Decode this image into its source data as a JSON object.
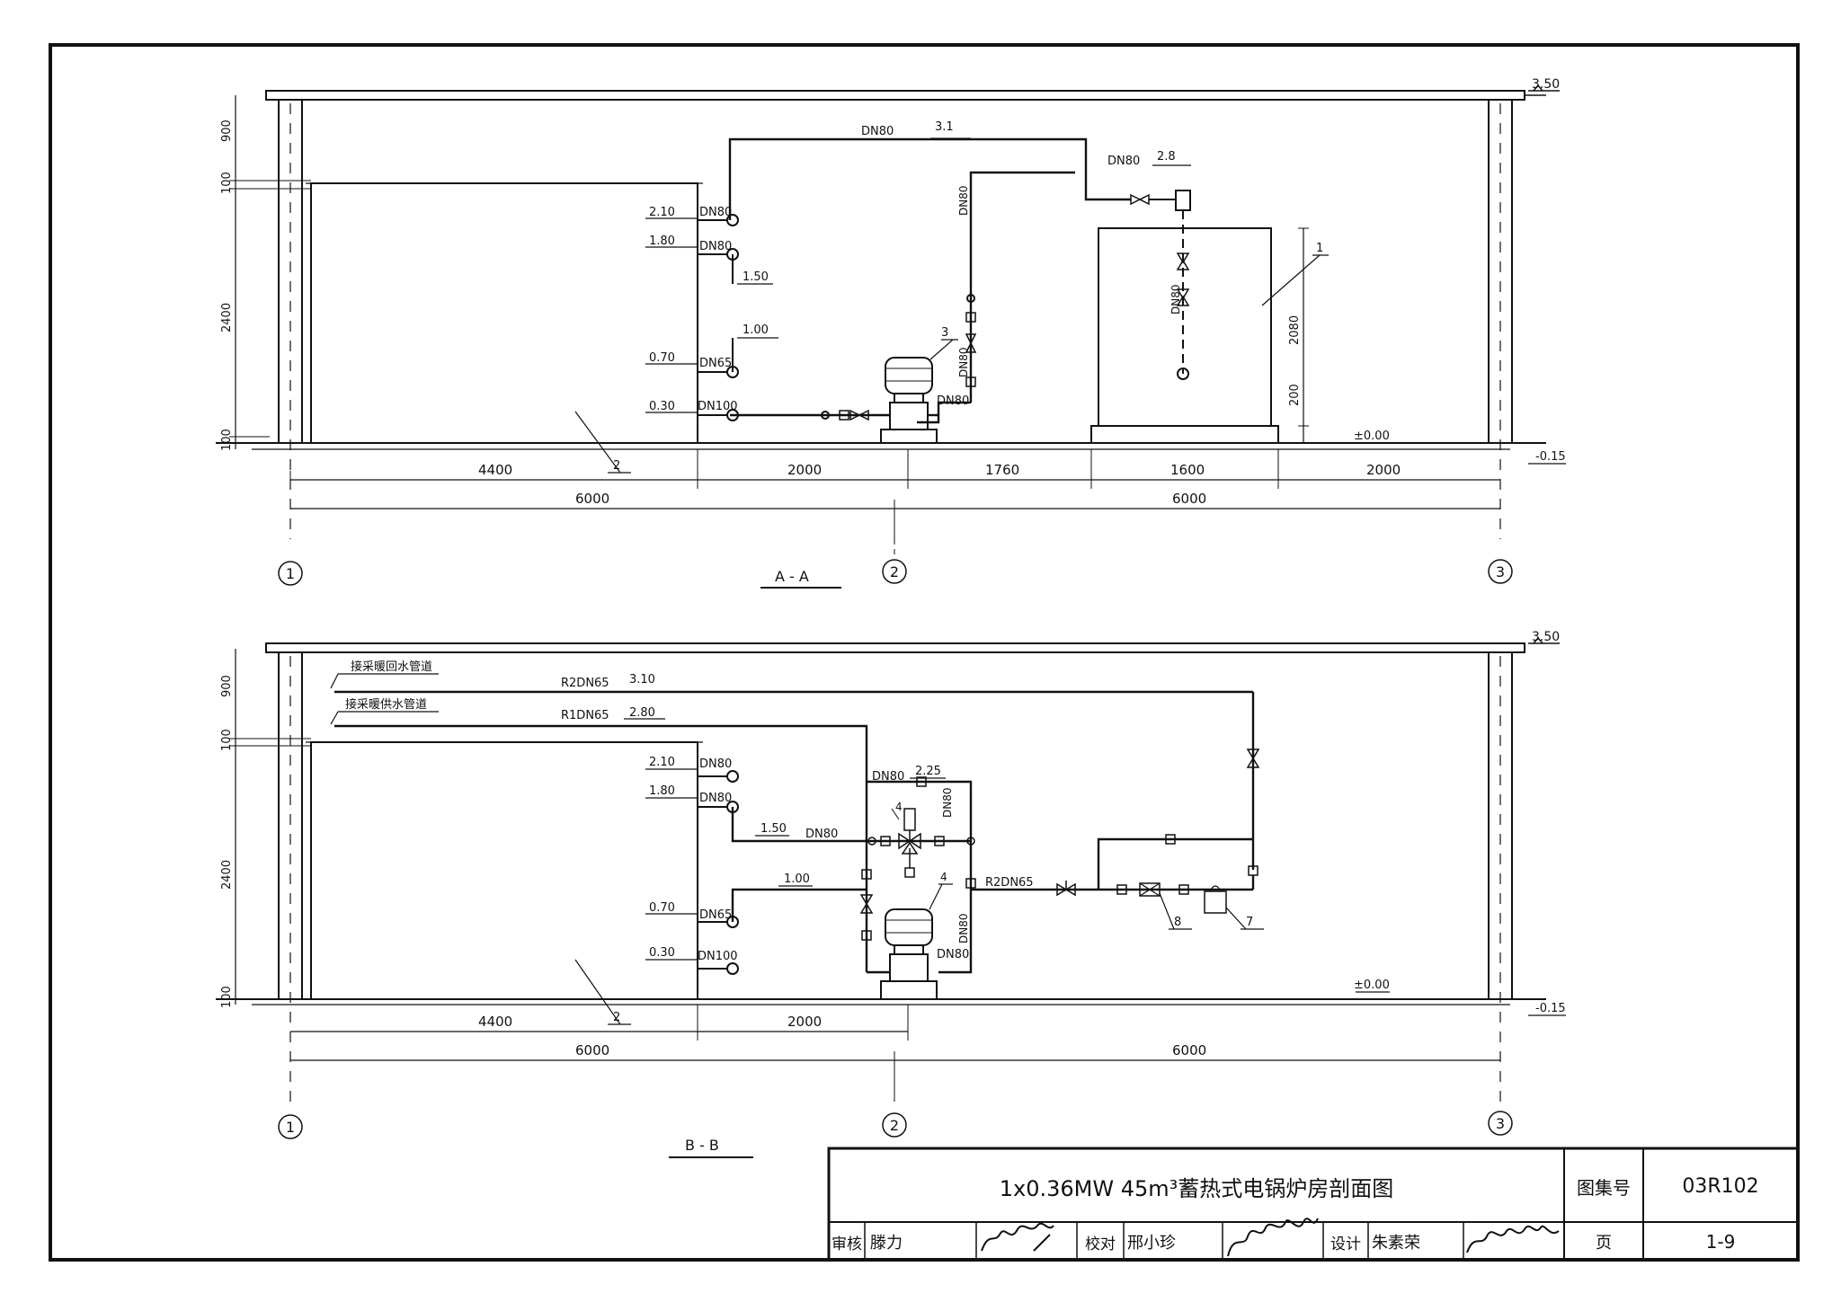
{
  "section_aa": {
    "caption": "A - A",
    "elev_roof": "3.50",
    "elev_floor": "±0.00",
    "elev_outside": "-0.15",
    "vdim": [
      "900",
      "100",
      "2400",
      "100"
    ],
    "tank_elevs": [
      "2.10",
      "1.80",
      "0.70",
      "0.30"
    ],
    "tank_pipes": [
      "DN80",
      "DN80",
      "DN65",
      "DN100"
    ],
    "extra_elevs": [
      "1.50",
      "1.00"
    ],
    "top_pipe_label": "DN80",
    "top_pipe_elev": "3.1",
    "boiler_pipe_label": "DN80",
    "boiler_pipe_elev": "2.8",
    "riser_label": "DN80",
    "pump_riser_label": "DN80",
    "pump_out_label": "DN80",
    "boiler_drop_label": "DN80",
    "boiler_dims": [
      "2080",
      "200"
    ],
    "markers": [
      "1",
      "2",
      "3"
    ],
    "hdim_row1": [
      "4400",
      "2000",
      "1760",
      "1600",
      "2000"
    ],
    "hdim_row2": [
      "6000",
      "6000"
    ],
    "axes": [
      "1",
      "2",
      "3"
    ]
  },
  "section_bb": {
    "caption": "B - B",
    "elev_roof": "3.50",
    "elev_floor": "±0.00",
    "elev_outside": "-0.15",
    "vdim": [
      "900",
      "100",
      "2400",
      "100"
    ],
    "return_note": "接采暖回水管道",
    "supply_note": "接采暖供水管道",
    "return_pipe": "R2DN65",
    "return_elev": "3.10",
    "supply_pipe": "R1DN65",
    "supply_elev": "2.80",
    "tank_elevs": [
      "2.10",
      "1.80",
      "0.70",
      "0.30"
    ],
    "tank_pipes": [
      "DN80",
      "DN80",
      "DN65",
      "DN100"
    ],
    "mid_elev_1": "1.50",
    "mid_pipe_1": "DN80",
    "mid_elev_2": "1.00",
    "bypass_label": "DN80",
    "bypass_elev": "2.25",
    "right_riser_label": "DN80",
    "pump_riser_label": "DN80",
    "pump_out_label": "DN80",
    "outlet_pipe": "R2DN65",
    "markers": [
      "4",
      "4",
      "2",
      "8",
      "7"
    ],
    "hdim_row1": [
      "4400",
      "2000"
    ],
    "hdim_row2": [
      "6000",
      "6000"
    ],
    "axes": [
      "1",
      "2",
      "3"
    ]
  },
  "title_block": {
    "title": "1x0.36MW 45m³蓄热式电锅炉房剖面图",
    "atlas_label": "图集号",
    "atlas_no": "03R102",
    "review_label": "审核",
    "review_name": "滕力",
    "check_label": "校对",
    "check_name": "邢小珍",
    "design_label": "设计",
    "design_name": "朱素荣",
    "page_label": "页",
    "page_no": "1-9"
  }
}
